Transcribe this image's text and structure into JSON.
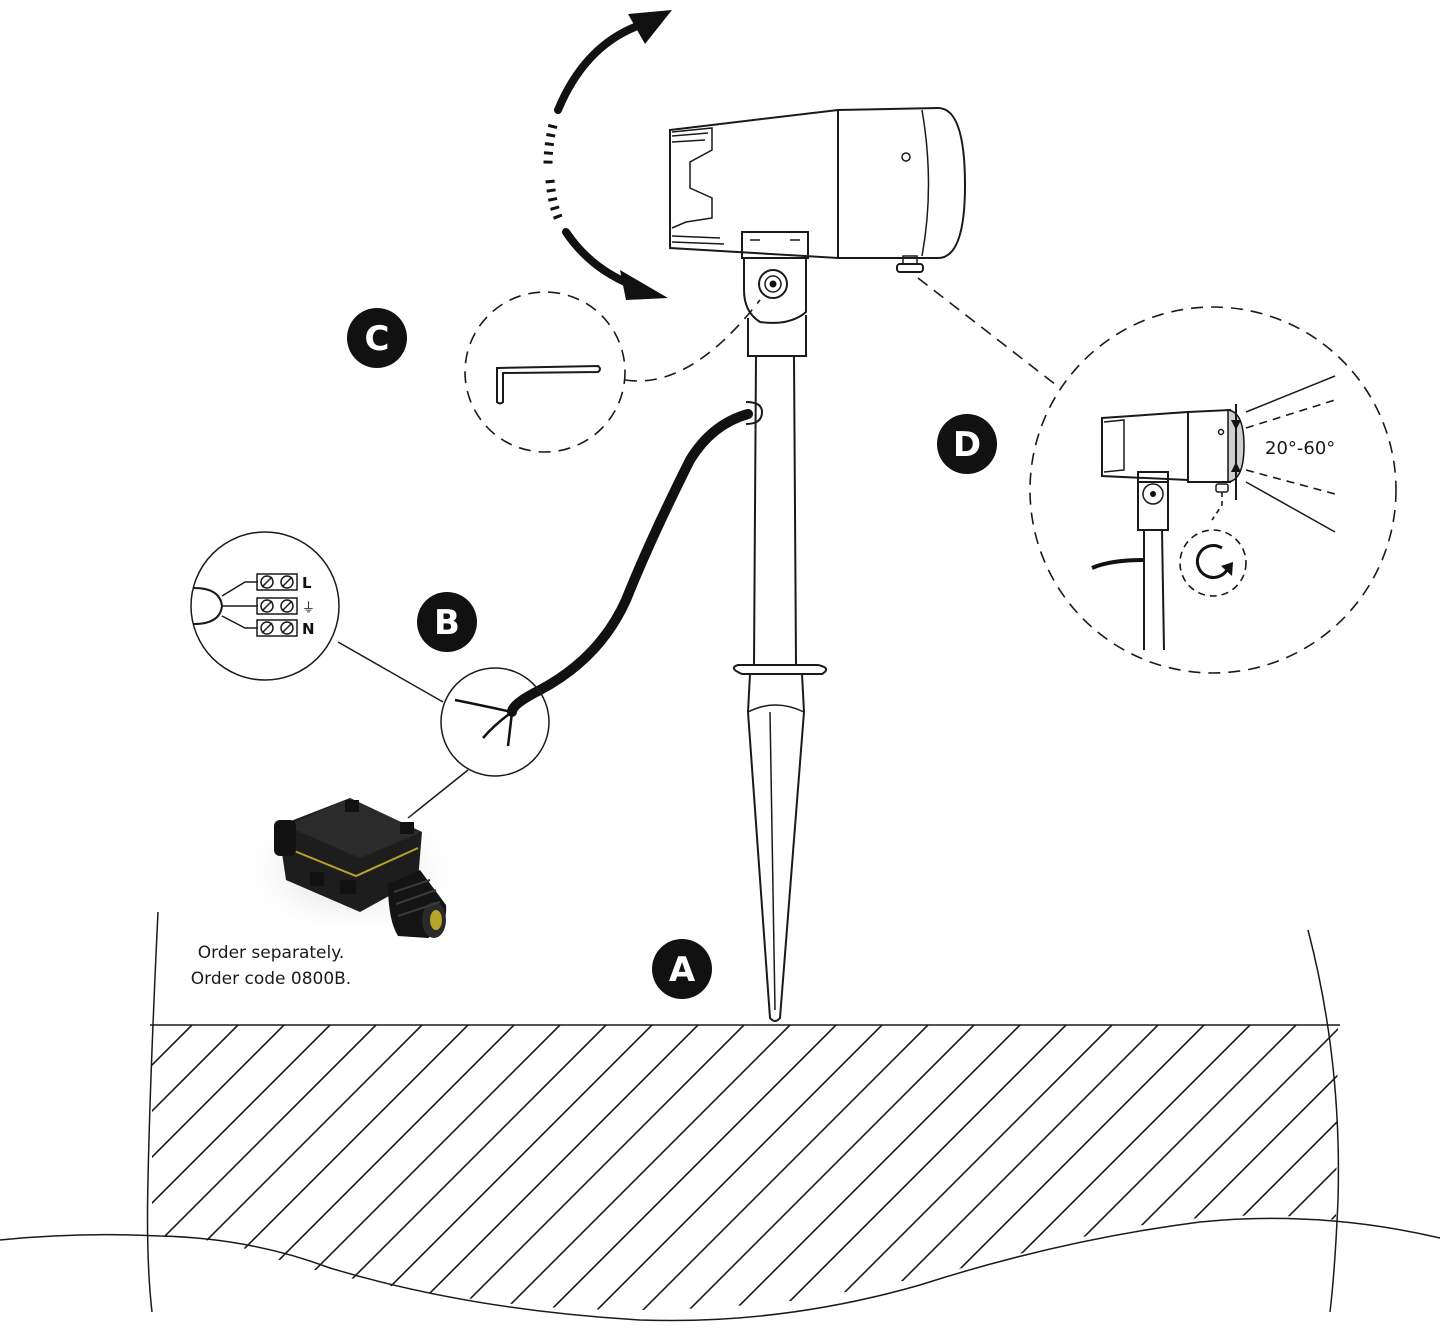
{
  "colors": {
    "ink": "#111111",
    "background": "#ffffff"
  },
  "callouts": {
    "a": {
      "letter": "A",
      "icon": "ground-spike"
    },
    "b": {
      "letter": "B",
      "icon": "wiring-connection"
    },
    "c": {
      "letter": "C",
      "icon": "hex-key"
    },
    "d": {
      "letter": "D",
      "icon": "beam-angle-adjust"
    }
  },
  "wiring": {
    "terminals": [
      {
        "label": "L"
      },
      {
        "label": "⏚"
      },
      {
        "label": "N"
      }
    ]
  },
  "beam": {
    "angle_label": "20°-60°"
  },
  "junction_box": {
    "note_line1": "Order separately.",
    "note_line2": "Order code 0800B."
  }
}
